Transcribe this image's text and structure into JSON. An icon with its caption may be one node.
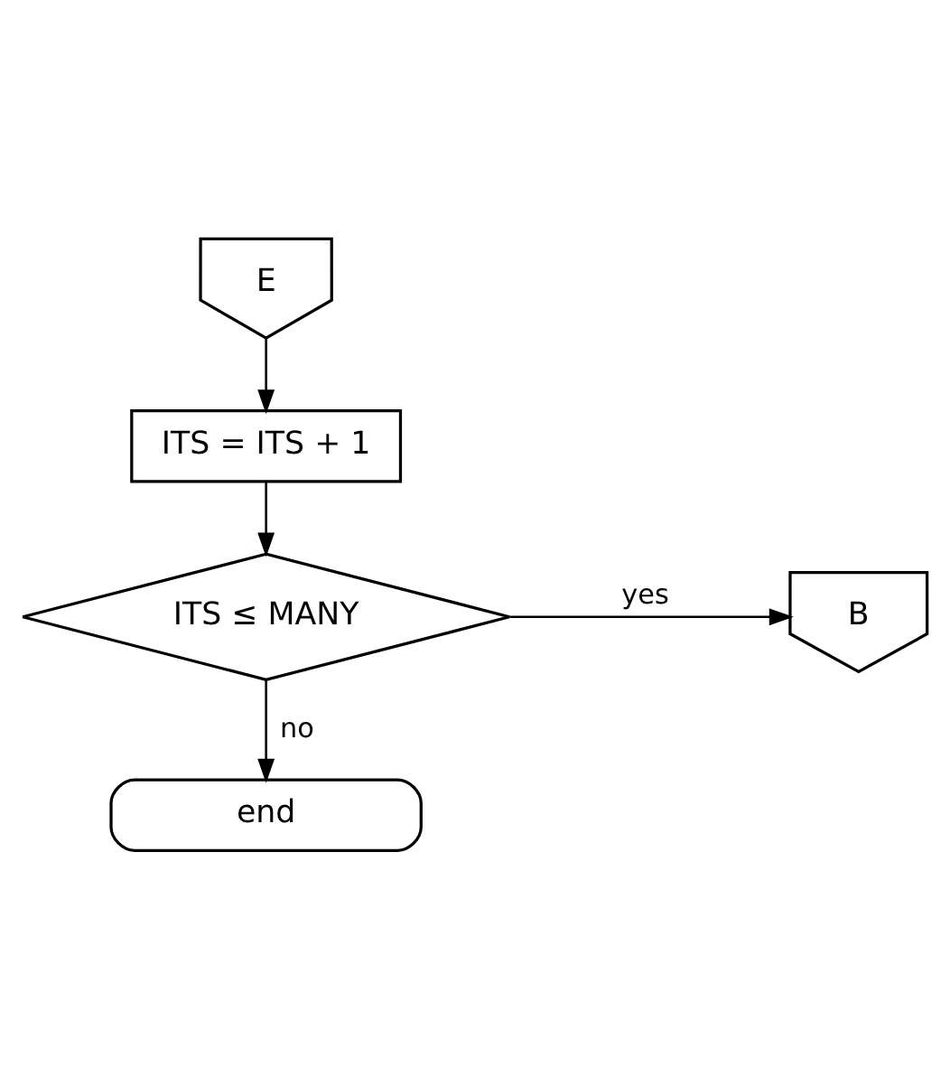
{
  "diagram": {
    "nodes": [
      {
        "text": [
          "E"
        ]
      },
      {
        "text": [
          "ITS = ITS + 1"
        ]
      },
      {
        "text": [
          "ITS ≤ MANY"
        ]
      },
      {
        "text": [
          "B"
        ]
      },
      {
        "text": [
          "end"
        ]
      }
    ],
    "edges": [
      {
        "from": 0,
        "to": 1,
        "arrow": "to"
      },
      {
        "from": 1,
        "to": 2,
        "arrow": "to"
      },
      {
        "from": 2,
        "to": 3,
        "arrow": "to",
        "label": "yes"
      },
      {
        "from": 2,
        "to": 4,
        "arrow": "to",
        "label": "no"
      }
    ]
  }
}
